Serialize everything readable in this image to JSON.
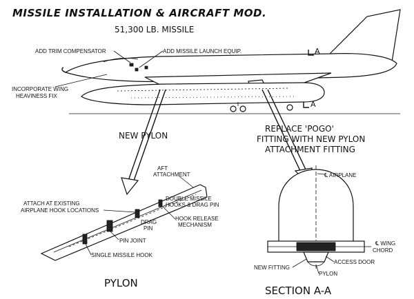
{
  "title": "MISSILE INSTALLATION & AIRCRAFT MOD.",
  "subtitle": "51,300 LB. MISSILE",
  "aircraft_labels": {
    "trim": "ADD TRIM COMPENSATOR",
    "launch": "ADD MISSILE LAUNCH EQUIP.",
    "wing_fix_1": "INCORPORATE WING",
    "wing_fix_2": "HEAVINESS FIX",
    "section_marker_top": "A",
    "section_marker_bottom": "A"
  },
  "callouts": {
    "new_pylon": "NEW PYLON",
    "replace_1": "REPLACE 'POGO'",
    "replace_2": "FITTING WITH NEW PYLON",
    "replace_3": "ATTACHMENT FITTING"
  },
  "pylon_labels": {
    "aft_1": "AFT",
    "aft_2": "ATTACHMENT",
    "attach_1": "ATTACH AT EXISTING",
    "attach_2": "AIRPLANE HOOK LOCATIONS",
    "double_1": "DOUBLE MISSILE",
    "double_2": "HOOKS & DRAG PIN",
    "drag_1": "DRAG",
    "drag_2": "PIN",
    "hook_rel_1": "HOOK RELEASE",
    "hook_rel_2": "MECHANISM",
    "pin_joint": "PIN JOINT",
    "single_hook": "SINGLE MISSILE HOOK",
    "caption": "PYLON"
  },
  "section_labels": {
    "airplane": "℄ AIRPLANE",
    "wing_chord_1": "℄ WING",
    "wing_chord_2": "CHORD",
    "access_door": "ACCESS DOOR",
    "new_fitting": "NEW FITTING",
    "pylon": "PYLON",
    "caption": "SECTION A-A"
  }
}
